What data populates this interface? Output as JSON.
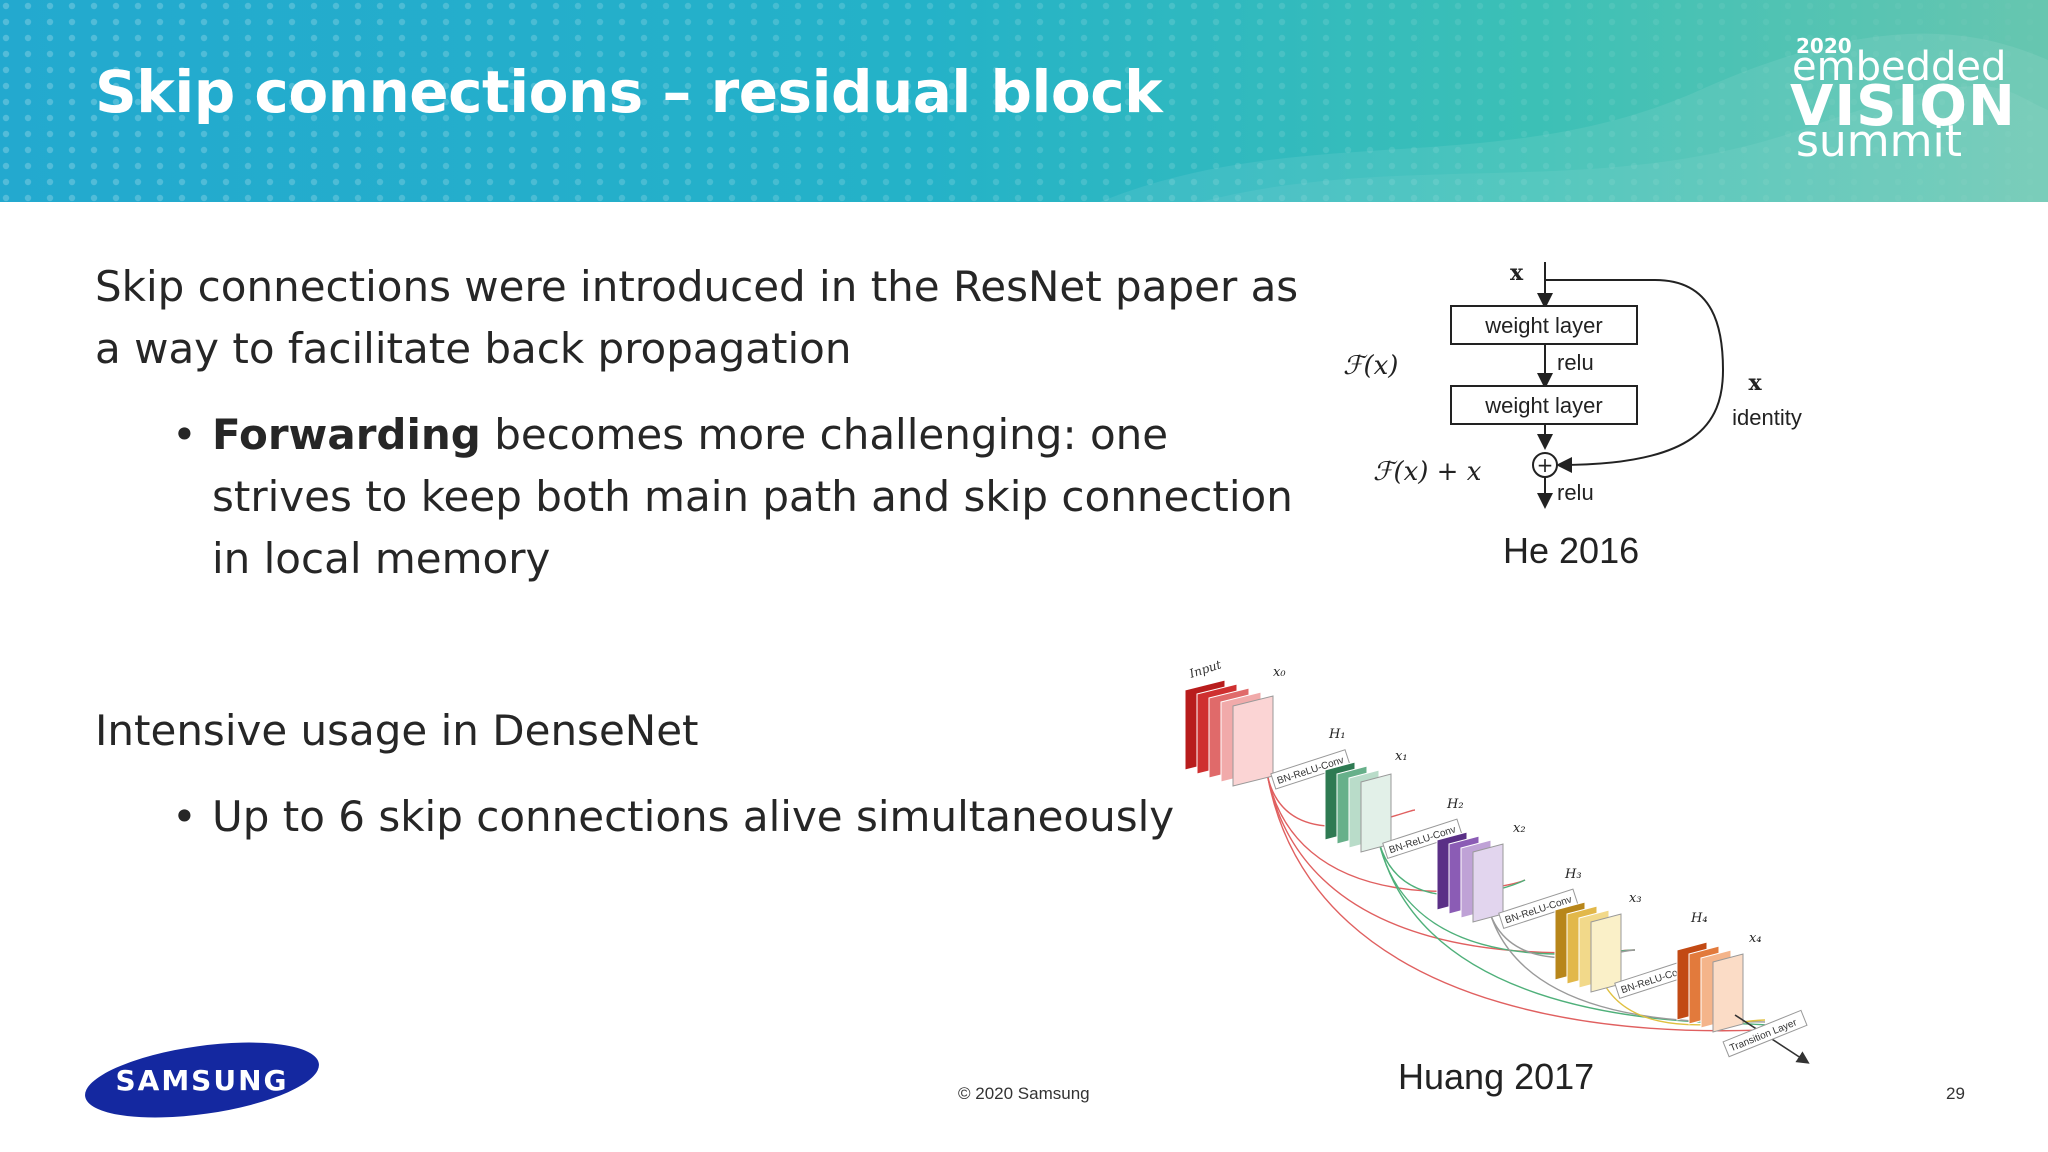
{
  "header": {
    "title": "Skip connections – residual block",
    "logo": {
      "year": "2020",
      "line1": "embedded",
      "line2": "VISION",
      "line3": "summit"
    }
  },
  "content": {
    "para1": "Skip connections were introduced in the ResNet paper as a way to facilitate back propagation",
    "bullet1_bold": "Forwarding",
    "bullet1_rest": " becomes more challenging: one strives to keep both main path and skip connection in local memory",
    "para2": "Intensive usage in DenseNet",
    "bullet2": "Up to 6 skip connections alive simultaneously"
  },
  "resblock": {
    "x_top": "x",
    "weight1": "weight layer",
    "relu1": "relu",
    "weight2": "weight layer",
    "fx": "ℱ(x)",
    "fx_plus_x": "ℱ(x) + x",
    "relu2": "relu",
    "x_skip": "x",
    "identity": "identity",
    "plus": "+"
  },
  "densenet": {
    "input": "Input",
    "x0": "x₀",
    "x1": "x₁",
    "x2": "x₂",
    "x3": "x₃",
    "x4": "x₄",
    "h1": "H₁",
    "h2": "H₂",
    "h3": "H₃",
    "h4": "H₄",
    "conv": "BN-ReLU-Conv",
    "transition": "Transition Layer"
  },
  "captions": {
    "he": "He 2016",
    "huang": "Huang 2017"
  },
  "footer": {
    "copyright": "© 2020 Samsung",
    "page": "29",
    "brand": "SAMSUNG"
  },
  "colors": {
    "header_left": "#23a9cf",
    "header_right": "#67c6b0",
    "brand_blue": "#1428a0"
  }
}
